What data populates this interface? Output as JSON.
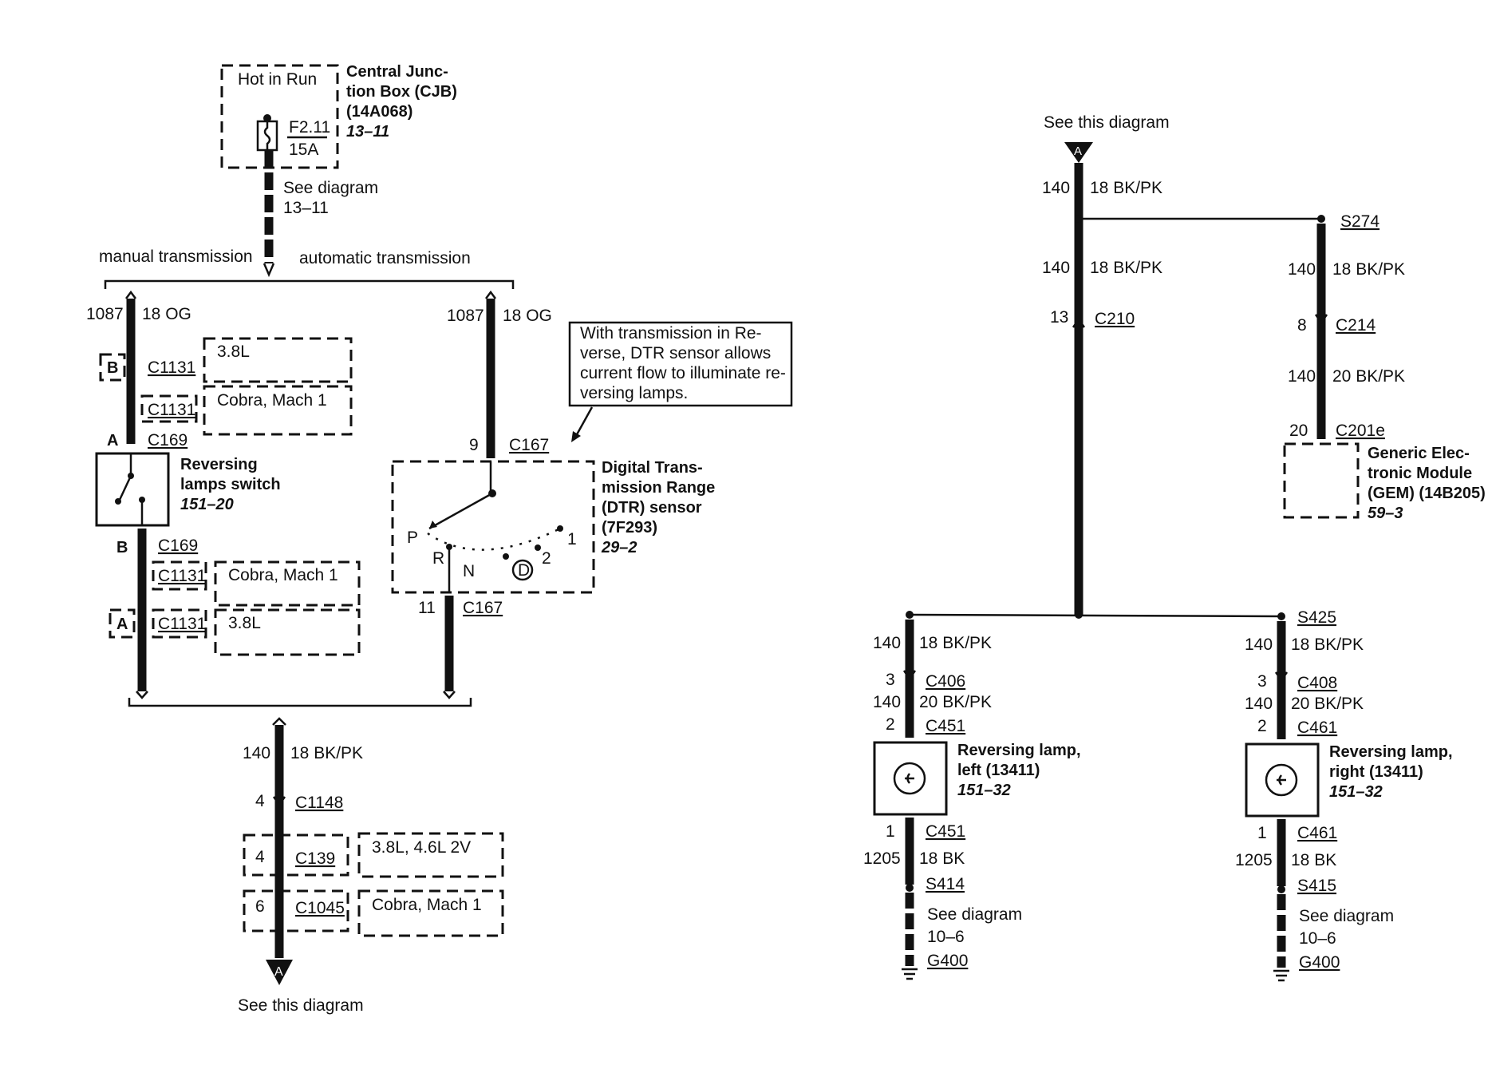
{
  "cjb": {
    "hot_in_run": "Hot in Run",
    "fuse_name": "F2.11",
    "fuse_rating": "15A",
    "title_l1": "Central Junc-",
    "title_l2": "tion Box (CJB)",
    "title_l3": "(14A068)",
    "ref": "13–11",
    "see_diagram": "See diagram",
    "see_ref": "13–11"
  },
  "branch": {
    "manual": "manual transmission",
    "automatic": "automatic transmission"
  },
  "manual": {
    "circuit": "1087",
    "wire": "18 OG",
    "pin_b": "B",
    "c1131_a": "C1131",
    "c1131_b": "C1131",
    "note_38": "3.8L",
    "note_cobra": "Cobra, Mach 1",
    "pin_a": "A",
    "c169_top": "C169",
    "switch_l1": "Reversing",
    "switch_l2": "lamps switch",
    "switch_ref": "151–20",
    "pin_b2": "B",
    "c169_bot": "C169",
    "c1131_c": "C1131",
    "note_cobra2": "Cobra, Mach 1",
    "pin_a2": "A",
    "c1131_d": "C1131",
    "note_38b": "3.8L"
  },
  "automatic": {
    "circuit": "1087",
    "wire": "18 OG",
    "note_l1": "With transmission in Re-",
    "note_l2": "verse, DTR sensor allows",
    "note_l3": "current flow to illuminate re-",
    "note_l4": "versing lamps.",
    "pin_top": "9",
    "c167_top": "C167",
    "dtr_l1": "Digital Trans-",
    "dtr_l2": "mission Range",
    "dtr_l3": "(DTR) sensor",
    "dtr_l4": "(7F293)",
    "dtr_ref": "29–2",
    "pos_p": "P",
    "pos_r": "R",
    "pos_n": "N",
    "pos_d": "D",
    "pos_2": "2",
    "pos_1": "1",
    "pin_bot": "11",
    "c167_bot": "C167"
  },
  "merge": {
    "circuit": "140",
    "wire": "18 BK/PK",
    "pin_c1148": "4",
    "c1148": "C1148",
    "pin_c139": "4",
    "c139": "C139",
    "note_c139": "3.8L, 4.6L 2V",
    "pin_c1045": "6",
    "c1045": "C1045",
    "note_c1045": "Cobra, Mach 1",
    "arrow_label": "A",
    "see_this": "See this diagram"
  },
  "right": {
    "see_this": "See this diagram",
    "arrow_label": "A",
    "top_circuit": "140",
    "top_wire": "18 BK/PK",
    "s274": "S274",
    "mid_circuit": "140",
    "mid_wire": "18 BK/PK",
    "pin_c210": "13",
    "c210": "C210",
    "gem_circuit1": "140",
    "gem_wire1": "18 BK/PK",
    "pin_c214": "8",
    "c214": "C214",
    "gem_circuit2": "140",
    "gem_wire2": "20 BK/PK",
    "pin_c201e": "20",
    "c201e": "C201e",
    "gem_l1": "Generic Elec-",
    "gem_l2": "tronic Module",
    "gem_l3": "(GEM) (14B205)",
    "gem_ref": "59–3",
    "s425": "S425",
    "left_lamp": {
      "circuit1": "140",
      "wire1": "18 BK/PK",
      "pin_c406": "3",
      "c406": "C406",
      "circuit2": "140",
      "wire2": "20 BK/PK",
      "pin_c451": "2",
      "c451": "C451",
      "name_l1": "Reversing lamp,",
      "name_l2": "left (13411)",
      "ref": "151–32",
      "pin_c451b": "1",
      "c451b": "C451",
      "circuit3": "1205",
      "wire3": "18 BK",
      "s414": "S414",
      "see": "See diagram",
      "see_ref": "10–6",
      "ground": "G400"
    },
    "right_lamp": {
      "circuit1": "140",
      "wire1": "18 BK/PK",
      "pin_c408": "3",
      "c408": "C408",
      "circuit2": "140",
      "wire2": "20 BK/PK",
      "pin_c461": "2",
      "c461": "C461",
      "name_l1": "Reversing lamp,",
      "name_l2": "right (13411)",
      "ref": "151–32",
      "pin_c461b": "1",
      "c461b": "C461",
      "circuit3": "1205",
      "wire3": "18 BK",
      "s415": "S415",
      "see": "See diagram",
      "see_ref": "10–6",
      "ground": "G400"
    }
  }
}
